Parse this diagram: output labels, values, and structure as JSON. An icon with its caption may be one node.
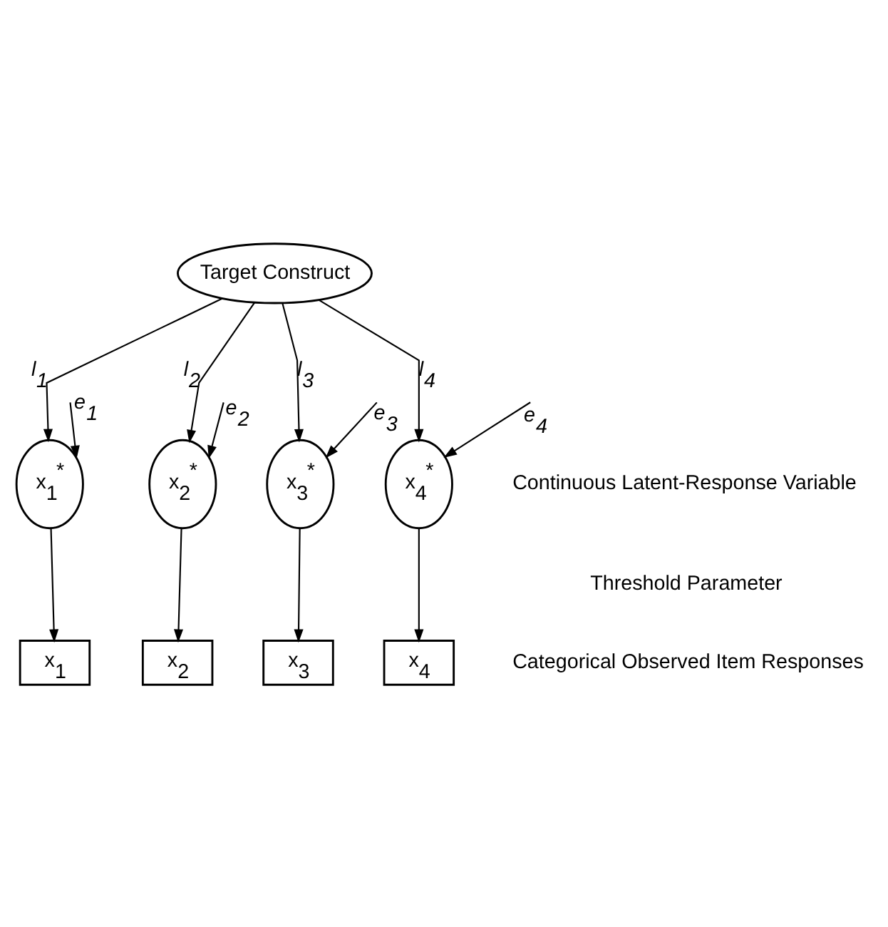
{
  "diagram": {
    "nodes": [
      {
        "text": [
          "Target Construct"
        ]
      },
      {
        "text": [
          "x$_{1}$$^{*}$"
        ]
      },
      {
        "text": [
          "x$_{2}$$^{*}$"
        ]
      },
      {
        "text": [
          "x$_{3}$$^{*}$"
        ]
      },
      {
        "text": [
          "x$_{4}$$^{*}$"
        ]
      },
      {
        "text": [
          "x$_{1}$"
        ]
      },
      {
        "text": [
          "x$_{2}$"
        ]
      },
      {
        "text": [
          "x$_{3}$"
        ]
      },
      {
        "text": [
          "x$_{4}$"
        ]
      }
    ],
    "edges": [
      {
        "from": 0,
        "to": 1,
        "arrow": "to",
        "label": "l$_{1}$"
      },
      {
        "from": 0,
        "to": 2,
        "arrow": "to",
        "label": "l$_{2}$"
      },
      {
        "from": 0,
        "to": 3,
        "arrow": "to",
        "label": "l$_{3}$"
      },
      {
        "from": 0,
        "to": 4,
        "arrow": "to",
        "label": "l$_{4}$"
      },
      {
        "from": null,
        "to": 1,
        "arrow": "to",
        "label": "e$_{1}$"
      },
      {
        "from": null,
        "to": 2,
        "arrow": "to",
        "label": "e$_{2}$"
      },
      {
        "from": null,
        "to": 3,
        "arrow": "to",
        "label": "e$_{3}$"
      },
      {
        "from": null,
        "to": 4,
        "arrow": "to",
        "label": "e$_{4}$"
      },
      {
        "from": 1,
        "to": 5,
        "arrow": "to"
      },
      {
        "from": 2,
        "to": 6,
        "arrow": "to"
      },
      {
        "from": 3,
        "to": 7,
        "arrow": "to"
      },
      {
        "from": 4,
        "to": 8,
        "arrow": "to"
      }
    ],
    "labels": [
      "Continuous Latent-Response Variable",
      "Threshold Parameter",
      "Categorical Observed Item Responses"
    ]
  }
}
